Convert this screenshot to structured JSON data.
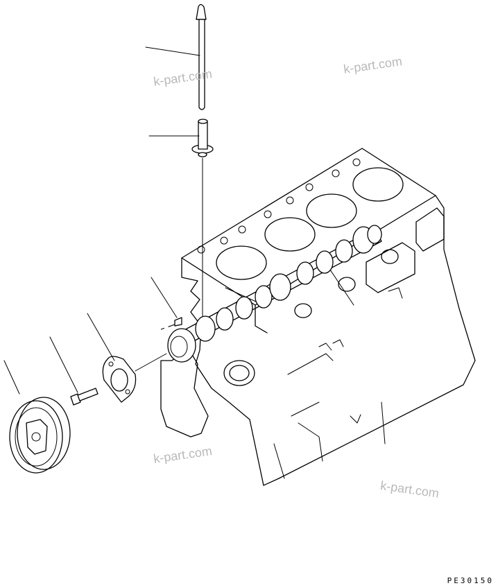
{
  "watermarks": [
    "k-part.com",
    "k-part.com",
    "k-part.com",
    "k-part.com"
  ],
  "drawing_code": "PE30150",
  "parts": [
    "dipstick",
    "dipstick-guide",
    "gasket",
    "camshaft",
    "thrust-plate",
    "bolt",
    "camshaft-gear",
    "cylinder-block"
  ]
}
